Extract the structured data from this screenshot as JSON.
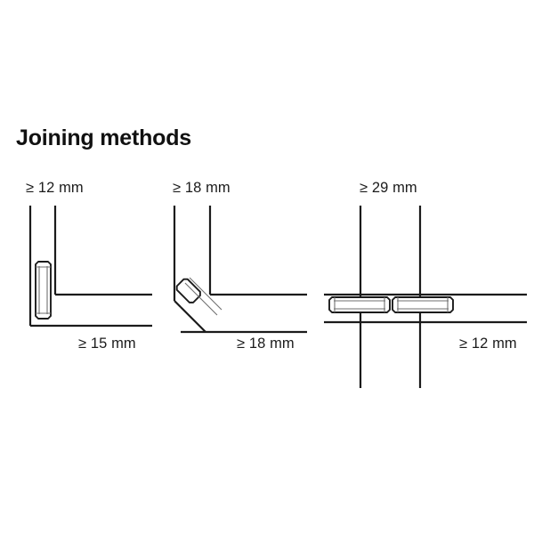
{
  "page": {
    "title": "Joining methods",
    "background_color": "#ffffff",
    "line_color": "#1b1b1b",
    "text_color": "#1b1b1b",
    "connector_fill": "#ffffff"
  },
  "diagrams": [
    {
      "id": "butt-joint",
      "name": "vertical-dowel-butt-joint",
      "top_label": "≥ 12 mm",
      "bottom_label": "≥ 15 mm",
      "connector_orientation": "vertical",
      "connector_count": 1
    },
    {
      "id": "mitre-joint",
      "name": "diagonal-dowel-mitre-joint",
      "top_label": "≥ 18 mm",
      "bottom_label": "≥ 18 mm",
      "connector_orientation": "diagonal-45",
      "connector_count": 1
    },
    {
      "id": "cross-joint",
      "name": "horizontal-dowel-cross-joint",
      "top_label": "≥ 29 mm",
      "bottom_label": "≥ 12 mm",
      "connector_orientation": "horizontal",
      "connector_count": 2
    }
  ]
}
